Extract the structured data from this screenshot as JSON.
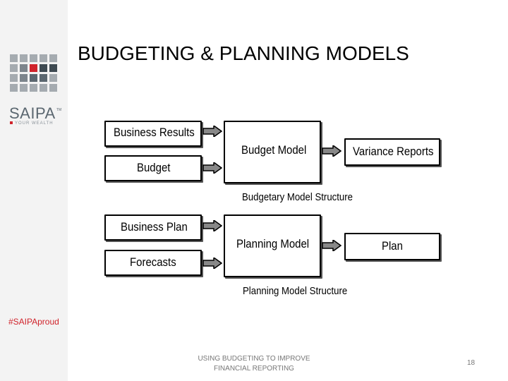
{
  "sidebar": {
    "logo_text": "SAIPA",
    "logo_tm": "TM",
    "logo_tagline": "YOUR WEALTH",
    "hashtag": "#SAIPAproud"
  },
  "slide": {
    "title": "BUDGETING & PLANNING MODELS"
  },
  "diagram": {
    "budget_group": {
      "inputs": [
        "Business Results",
        "Budget"
      ],
      "model": "Budget Model",
      "output": "Variance Reports",
      "caption": "Budgetary Model Structure"
    },
    "planning_group": {
      "inputs": [
        "Business Plan",
        "Forecasts"
      ],
      "model": "Planning Model",
      "output": "Plan",
      "caption": "Planning Model Structure"
    }
  },
  "footer": {
    "line1": "USING BUDGETING TO IMPROVE",
    "line2": "FINANCIAL REPORTING",
    "page_number": "18"
  },
  "colors": {
    "brand_red": "#d0232b",
    "brand_grey": "#5b6770",
    "sidebar_bg": "#f3f3f3"
  }
}
